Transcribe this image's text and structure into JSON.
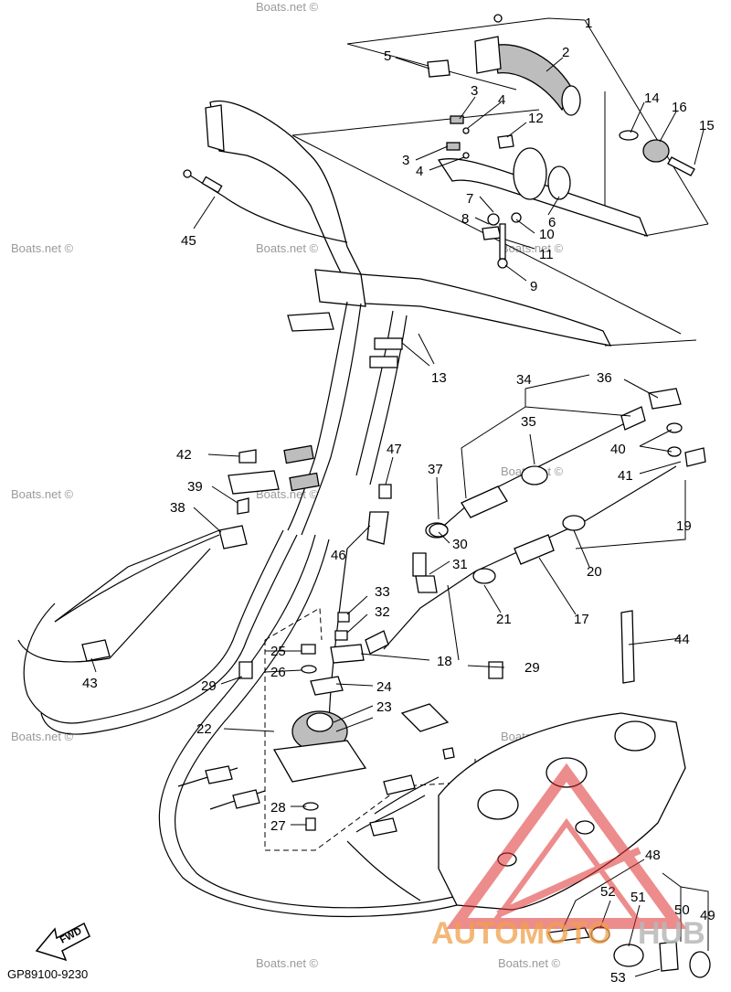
{
  "watermark": "Boats.net ©",
  "diagram_code": "GP89100-9230",
  "fwd_label": "FWD",
  "brand_logo": {
    "part1": "AUTOMOTO",
    "part2": "HUB"
  },
  "callouts": [
    "1",
    "2",
    "3",
    "4",
    "5",
    "3",
    "4",
    "12",
    "14",
    "16",
    "15",
    "6",
    "7",
    "8",
    "10",
    "11",
    "9",
    "13",
    "45",
    "34",
    "36",
    "35",
    "40",
    "41",
    "42",
    "47",
    "37",
    "39",
    "38",
    "46",
    "30",
    "31",
    "19",
    "20",
    "33",
    "32",
    "21",
    "17",
    "44",
    "25",
    "18",
    "29",
    "26",
    "24",
    "29",
    "23",
    "43",
    "22",
    "28",
    "27",
    "48",
    "52",
    "51",
    "50",
    "49",
    "53"
  ]
}
